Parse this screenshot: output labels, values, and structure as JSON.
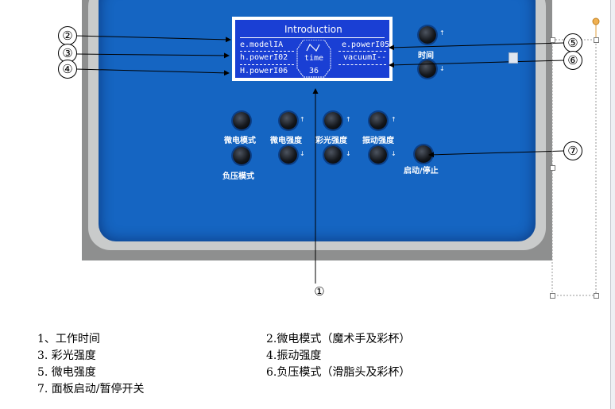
{
  "lcd": {
    "title": "Introduction",
    "model": "e.modelIA",
    "h_power": "h.powerI02",
    "H_power": "H.powerI06",
    "e_power": "e.powerI05",
    "vacuum": "vacuumI--",
    "time_label": "time",
    "time_value": "36"
  },
  "buttons": {
    "time_label": "时间",
    "micro_mode": "微电模式",
    "micro_strength": "微电强度",
    "color_strength": "彩光强度",
    "vibration_strength": "振动强度",
    "negative_mode": "负压模式",
    "start_stop": "启动/停止"
  },
  "callouts": [
    "②",
    "③",
    "④",
    "⑤",
    "⑥",
    "⑦",
    "①"
  ],
  "legend": [
    "1、工作时间",
    "2.微电模式（魔术手及彩杯）",
    "3. 彩光强度",
    "4.振动强度",
    "5. 微电强度",
    "6.负压模式（滑脂头及彩杯）",
    "7. 面板启动/暂停开关"
  ]
}
